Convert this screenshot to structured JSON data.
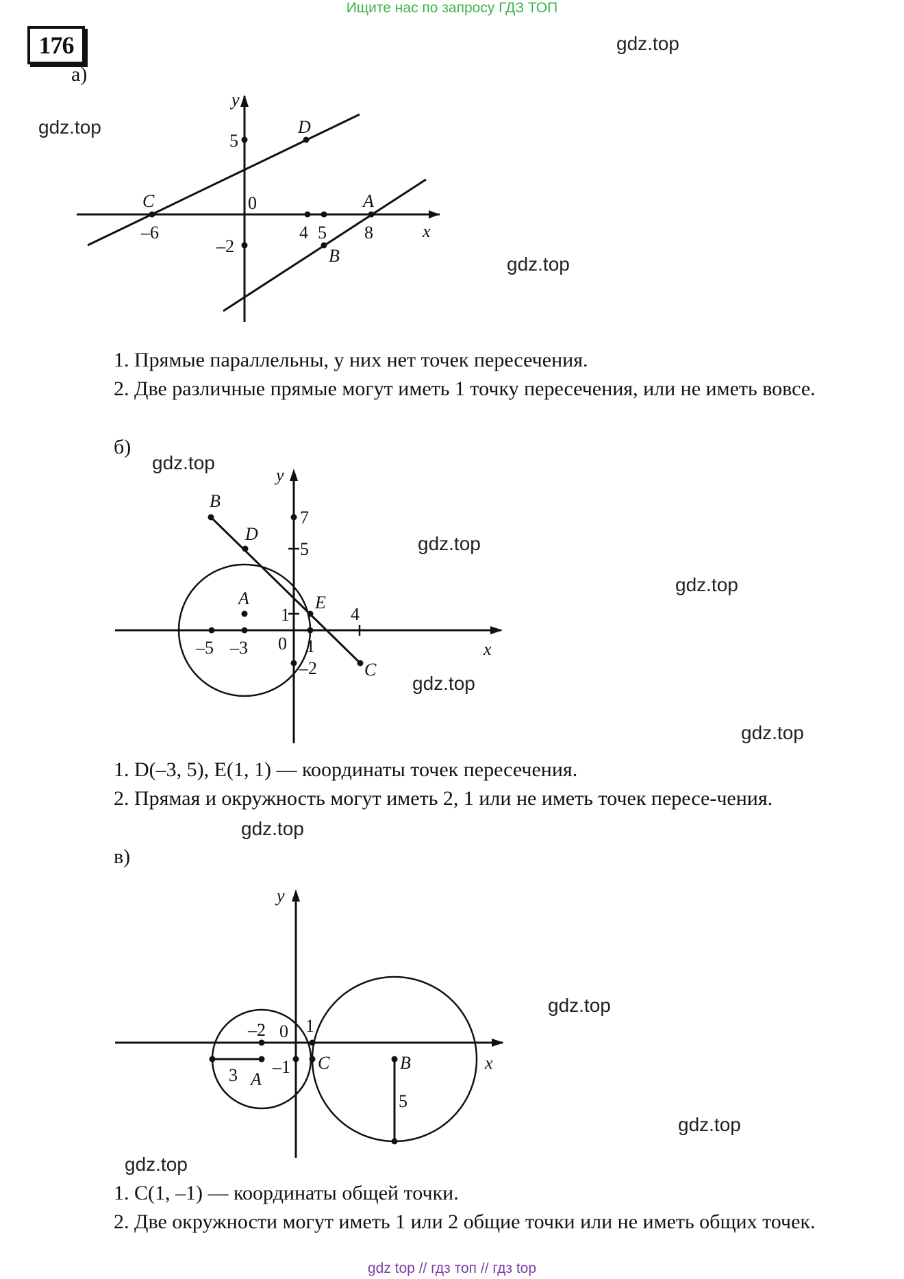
{
  "banner_top": "Ищите нас по запросу ГДЗ ТОП",
  "banner_bottom": "gdz top  //  гдз топ  //  гдз top",
  "watermark": "gdz.top",
  "problem_number": "176",
  "part_a": {
    "label": "а)",
    "axis_x": "x",
    "axis_y": "y",
    "origin": "0",
    "tick_labels": [
      "5",
      "–6",
      "4",
      "5",
      "8",
      "–2"
    ],
    "point_labels": [
      "D",
      "C",
      "A",
      "B"
    ],
    "answer_1": "1. Прямые параллельны, у них нет точек пересечения.",
    "answer_2": "2. Две различные прямые могут иметь 1 точку пересечения, или не иметь вовсе."
  },
  "part_b": {
    "label": "б)",
    "axis_x": "x",
    "axis_y": "y",
    "origin": "0",
    "tick_labels": [
      "7",
      "5",
      "1",
      "4",
      "–5",
      "–3",
      "1",
      "–2"
    ],
    "point_labels": [
      "B",
      "D",
      "A",
      "E",
      "C"
    ],
    "answer_1": "1. D(–3, 5), E(1, 1) — координаты точек пересечения.",
    "answer_2": "2. Прямая и окружность могут иметь 2, 1 или не иметь точек пересе-чения."
  },
  "part_c": {
    "label": "в)",
    "axis_x": "x",
    "axis_y": "y",
    "origin": "0",
    "tick_labels": [
      "–2",
      "1",
      "–1",
      "3",
      "5"
    ],
    "point_labels": [
      "A",
      "C",
      "B"
    ],
    "answer_1": "1. C(1, –1) — координаты общей точки.",
    "answer_2": "2. Две окружности могут иметь 1 или 2 общие точки или не иметь общих точек."
  }
}
